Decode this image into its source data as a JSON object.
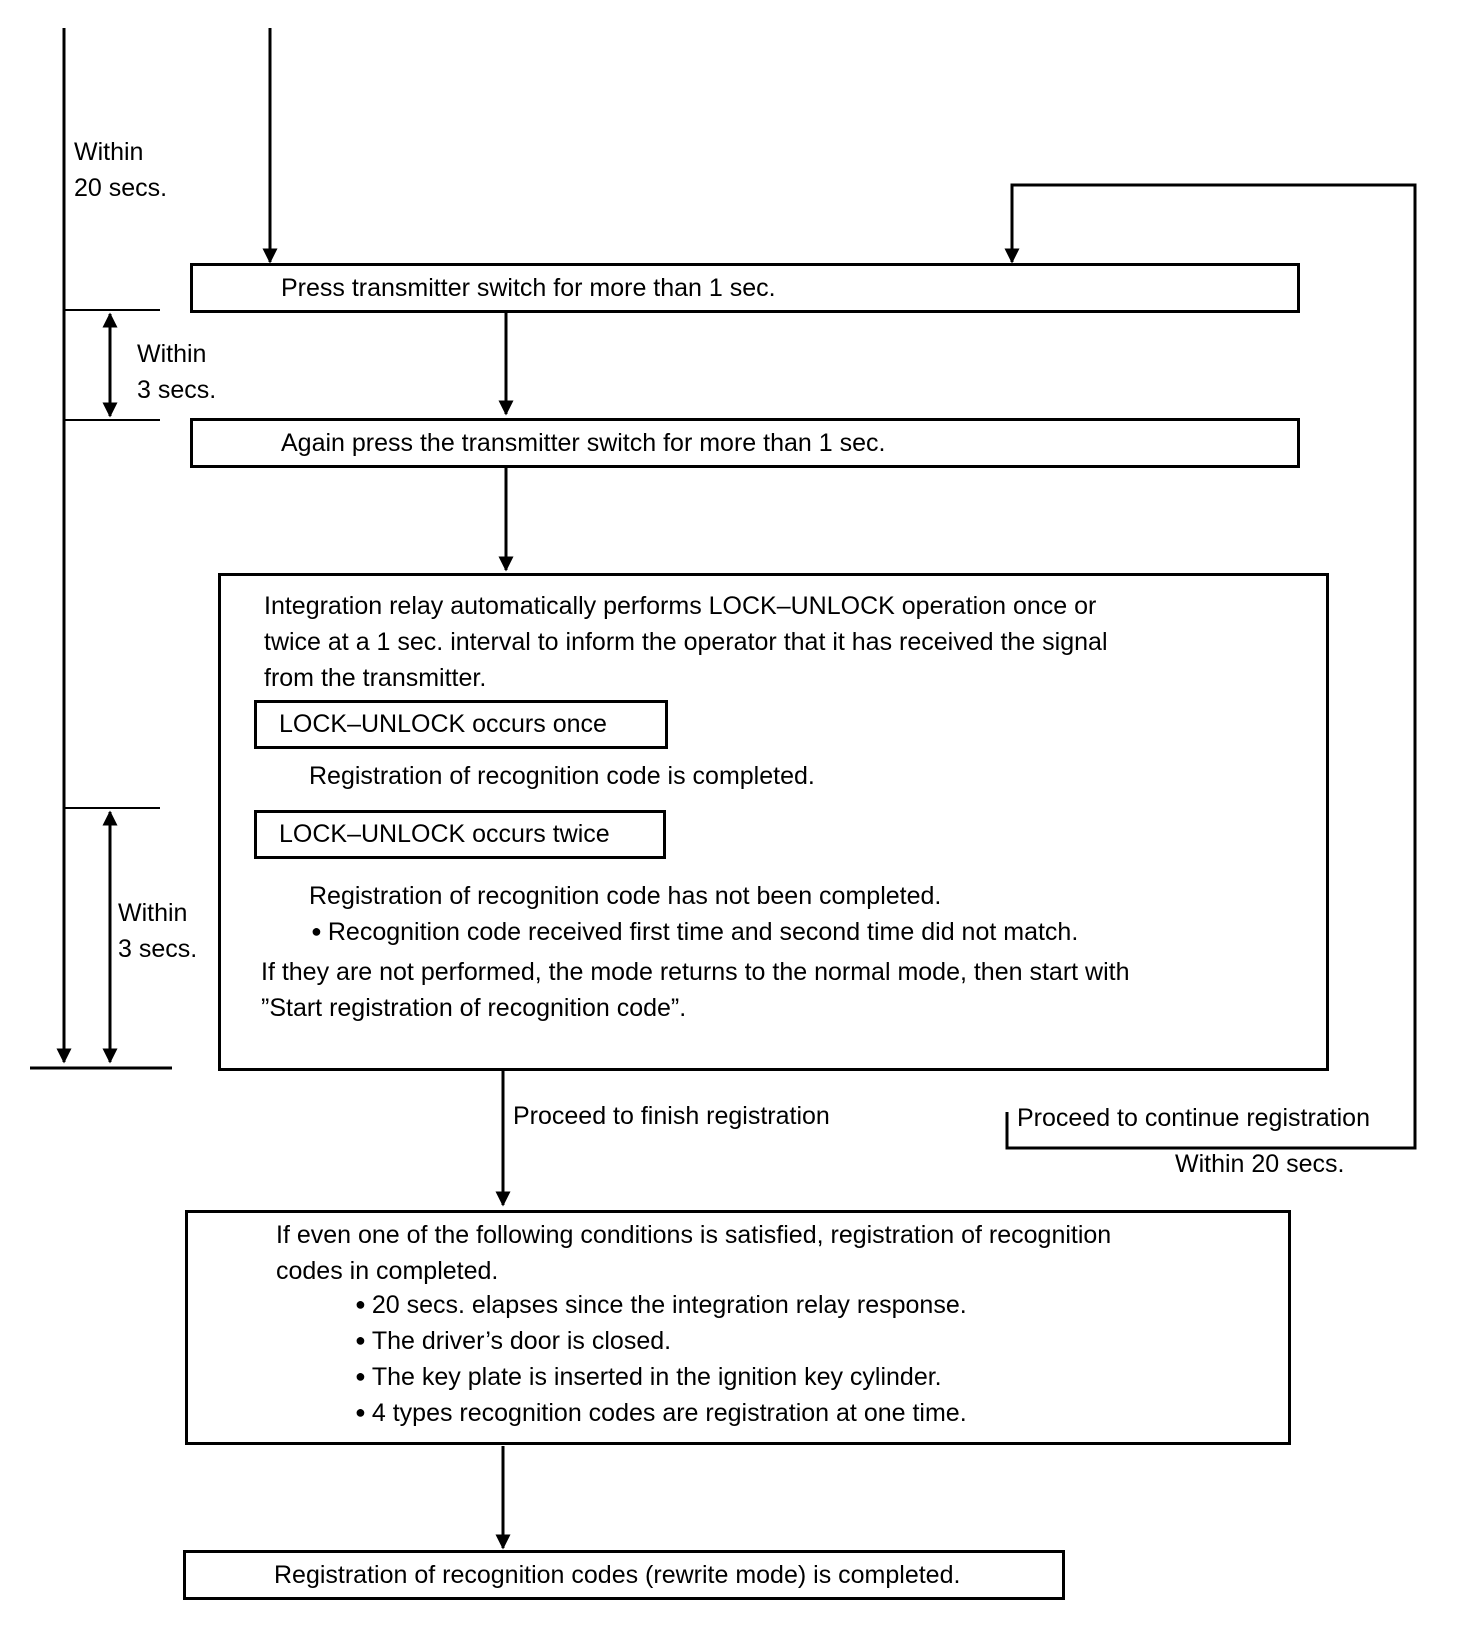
{
  "timing": {
    "within_20_left": [
      "Within",
      "20 secs."
    ],
    "within_3_top": [
      "Within",
      "3 secs."
    ],
    "within_3_bottom": [
      "Within",
      "3 secs."
    ],
    "within_20_loop": "Within 20 secs."
  },
  "steps": {
    "press_switch": "Press transmitter switch for more than 1 sec.",
    "again_press": "Again press the transmitter switch for more than 1 sec.",
    "relay": {
      "intro": [
        "Integration relay automatically performs LOCK–UNLOCK operation once or",
        "twice at a 1 sec. interval to inform the operator that it has received the signal",
        "from the transmitter."
      ],
      "once_label": "LOCK–UNLOCK occurs once",
      "once_result": "Registration of recognition code is completed.",
      "twice_label": "LOCK–UNLOCK occurs twice",
      "twice_result": "Registration of recognition code has not been completed.",
      "twice_reason": "Recognition code received first time and second time did not match.",
      "footer": [
        "If they are not performed, the mode returns to the normal mode, then start with",
        "”Start registration of recognition code”."
      ]
    },
    "finish_label": "Proceed to finish registration",
    "continue_label": "Proceed to continue registration",
    "conditions": {
      "intro": [
        "If even one of the following conditions is satisfied, registration of recognition",
        "codes in completed."
      ],
      "items": [
        "20 secs. elapses since the integration relay response.",
        "The driver’s door is closed.",
        "The key plate is inserted in the ignition key cylinder.",
        "4 types recognition codes are registration at one time."
      ]
    },
    "final": "Registration of recognition codes (rewrite mode) is completed."
  }
}
